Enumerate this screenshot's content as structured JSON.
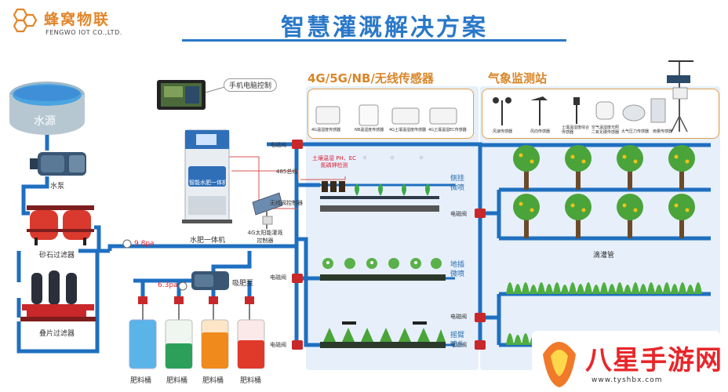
{
  "brand": {
    "name_cn": "蜂窝物联",
    "name_en": "FENGWO IOT CO.,LTD."
  },
  "title": "智慧灌溉解决方案",
  "source": {
    "water": "水源",
    "pump": "水泵",
    "sand_filter": "砂石过滤器",
    "disc_filter": "叠片过滤器"
  },
  "pressure": {
    "main": "9.8pa",
    "fert": "6.3pa"
  },
  "fert_pump": "吸肥泵",
  "buckets": [
    "肥料桶",
    "肥料桶",
    "肥料桶",
    "肥料桶"
  ],
  "control": {
    "phone_pc": "手机电脑控制",
    "machine": "水肥一体机",
    "machine_screen": "智能水肥一体机",
    "solar": "4G太阳能灌溉控制器",
    "bus": "485总线",
    "valve_ctrl": "无线阀控制器"
  },
  "soil": "土壤温湿 PH、EC 氮磷钾检测",
  "valves": [
    "电磁阀",
    "电磁阀",
    "电磁阀",
    "电磁阀",
    "电磁阀",
    "电磁阀"
  ],
  "zones": {
    "hang": "侧挂微喷",
    "ground": "地插微喷",
    "arm": "摇臂喷头",
    "drip": "滴灌管"
  },
  "sensors_title": "4G/5G/NB/无线传感器",
  "sensors": [
    "4G温湿度传感器",
    "NB温湿度传感器",
    "4G土壤温湿度传感器",
    "4G土壤温湿EC传感器"
  ],
  "weather_title": "气象监测站",
  "weather": [
    "风速传感器",
    "风向传感器",
    "土壤温湿度综合传感器",
    "空气温湿度光照二氧化碳传感器",
    "大气压力传感器",
    "雨量传感器"
  ],
  "watermark": "八星手游网",
  "watermark_url": "www.tyshbx.com",
  "colors": {
    "pipe": "#1f6fc0",
    "title": "#2a78c8",
    "accent": "#e0862a",
    "valve": "#c8282a",
    "panel": "#e4eefa"
  }
}
